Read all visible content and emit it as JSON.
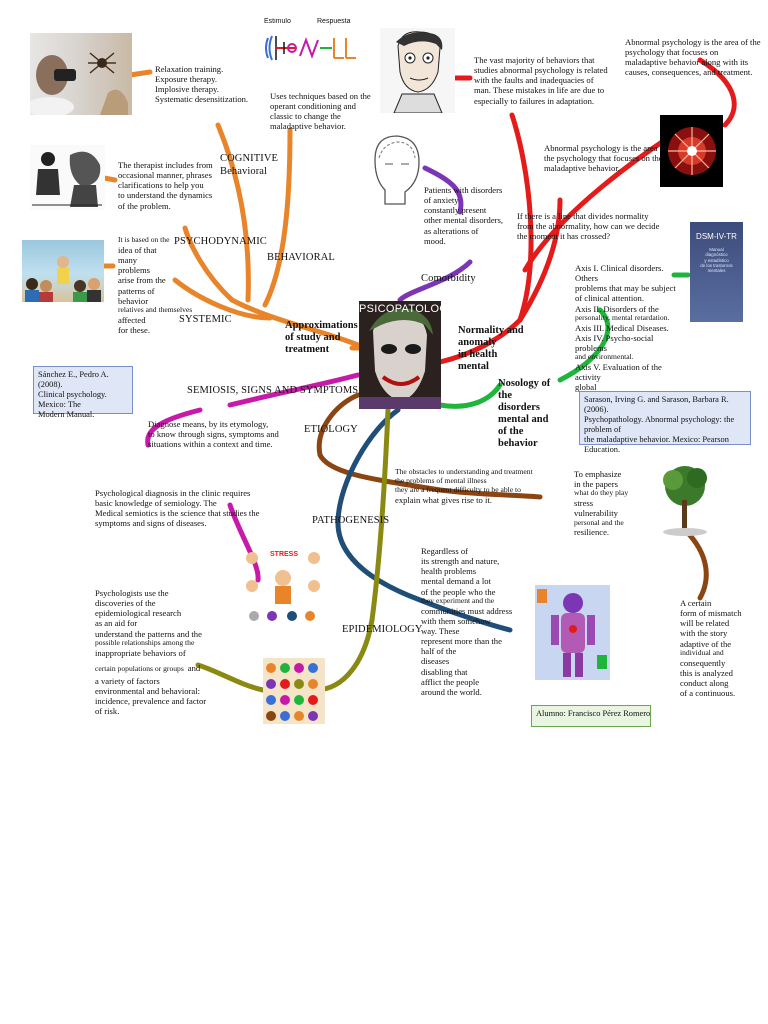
{
  "central": {
    "title": "PSICOPATOLOGIA"
  },
  "stimulus_labels": {
    "stimulus": "Estimulo",
    "response": "Respuesta"
  },
  "nodes": {
    "cognitive": "COGNITIVE\nBehavioral",
    "psychodynamic": "PSYCHODYNAMIC",
    "behavioral": "BEHAVIORAL",
    "systemic": "SYSTEMIC",
    "approximations": "Approximations\nof study and\ntreatment",
    "normality": "Normality and\nanomaly\nin health\nmental",
    "nosology": "Nosology of\nthe\ndisorders\nmental and\nof the\nbehavior",
    "comorbidity": "Comorbidity",
    "semiosis": "SEMIOSIS, SIGNS AND SYMPTOMS",
    "etiology": "ETIOLOGY",
    "pathogenesis": "PATHOGENESIS",
    "epidemiology": "EPIDEMIOLOGY"
  },
  "texts": {
    "relaxation": "Relaxation training.\nExposure therapy.\nImplosive therapy.\nSystematic desensitization.",
    "operant": "Uses techniques based on the\noperant conditioning and\nclassic to change the\nmaladaptive behavior.",
    "therapist": "The therapist includes from\noccasional manner, phrases\nclarifications to help you\nto understand the dynamics\nof the problem.",
    "systemic_a": "It is based on the",
    "systemic_b": "idea of that\nmany\nproblems\narise from the\npatterns of\nbehavior",
    "systemic_c": "relatives and themselves",
    "systemic_d": "affected\nfor these.",
    "vast_majority": "The vast majority of behaviors that\nstudies abnormal psychology is related\nwith the faults and inadequacies of\nman. These mistakes in life are due to\nespecially to failures in adaptation.",
    "abnormal_top": "Abnormal psychology is the area of the\npsychology that focuses on\nmaladaptive behavior along with its\ncauses, consequences, and treatment.",
    "abnormal_mid": "Abnormal psychology is the area of\nthe psychology that focuses on the\nmaladaptive behavior.",
    "comorbidity_text": "Patients with disorders\nof anxiety\nconstantly present\nother mental disorders,\nas alterations of\nmood.",
    "line_question": "If there is a line that divides normality\nfrom the abnormality, how can we decide\nthe moment it has crossed?",
    "axis_1": "Axis I. Clinical disorders. Others\nproblems that may be subject\nof clinical attention.",
    "axis_2a": "Axis II. Disorders of the",
    "axis_2b": "personality, mental retardation.",
    "axis_3": "Axis III. Medical Diseases.",
    "axis_4a": "Axis IV. Psycho-social problems",
    "axis_4b": "and environmental.",
    "axis_5": "Axis V. Evaluation of the activity\nglobal",
    "diagnose": "Diagnose means, by its etymology,\nto know through signs, symptoms and\nsituations within a context and time.",
    "psych_diag": "Psychological diagnosis in the clinic requires\nbasic knowledge of semiology. The\nMedical semiotics is the science that studies the\nsymptoms and signs of diseases.",
    "obstacles_a": "The obstacles to understanding and treatment\nthe problems of mental illness",
    "obstacles_b": "they are a frequent difficulty to be able to",
    "obstacles_c": "explain what gives rise to it.",
    "emphasize_a": "To emphasize\nin the papers",
    "emphasize_b": "what do they play",
    "emphasize_c": "stress\nvulnerability",
    "emphasize_d": "personal and the",
    "emphasize_e": "resilience.",
    "regardless_a": "Regardless of\nits strength and nature,\nhealth problems\nmental demand a lot\nof the people who the",
    "regardless_b": "they experiment and the",
    "regardless_c": "communities must address\nwith them somehow\nway. These\nrepresent more than the\nhalf of the\ndiseases\ndisabling that\nafflict the people\naround the world.",
    "psychologists_a": "Psychologists use the\ndiscoveries of the\nepidemiological research\nas an aid for\nunderstand the patterns and the",
    "psychologists_b": "possible relationships among the",
    "psychologists_c": "inappropriate behaviors of",
    "psychologists_d": "certain populations or groups",
    "psychologists_e": "and",
    "psychologists_f": "a variety of factors\nenvironmental and behavioral:\nincidence, prevalence and factor\nof risk.",
    "mismatch_a": "A certain\nform of mismatch\nwill be related\nwith the story\nadaptive of the",
    "mismatch_b": "individual and",
    "mismatch_c": "consequently\nthis is analyzed\nconduct along\nof a continuous.",
    "stress_word": "STRESS"
  },
  "references": {
    "sanchez": "Sánchez E., Pedro A. (2008).\nClinical psychology. Mexico: The\nModern Manual.",
    "sarason": "Sarason, Irving G. and Sarason, Barbara R. (2006).\nPsychopathology. Abnormal psychology: the problem of\nthe maladaptive behavior. Mexico: Pearson\nEducation.",
    "student": "Alumno: Francisco Pérez Romero"
  },
  "dsm_book": {
    "title": "DSM-IV-TR",
    "subtitle": "Manual\ndiagnóstico\ny estadístico\nde los trastornos\nmentales"
  },
  "colors": {
    "orange": "#e8852b",
    "red": "#e31b1b",
    "purple": "#7b35b5",
    "green": "#1fb53d",
    "magenta": "#c81aa8",
    "brown": "#8b4513",
    "navy": "#1f4e79",
    "olive": "#8a8a12",
    "dark_red": "#b01010"
  }
}
